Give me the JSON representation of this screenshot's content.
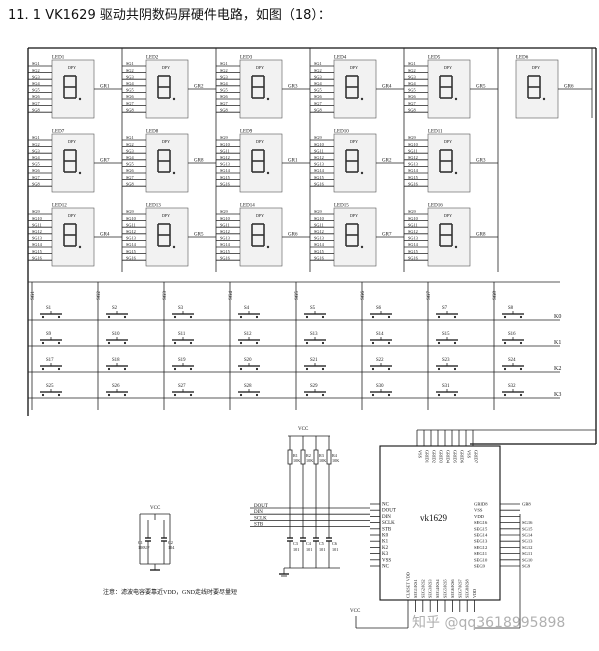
{
  "heading": "11. 1 VK1629 驱动共阴数码屏硬件电路，如图（18）：",
  "watermark": "知乎 @qq3618995898",
  "leds": [
    {
      "label": "LED1",
      "dp": "DPY",
      "gr": "GR1",
      "pins": [
        "SG1",
        "SG2",
        "SG3",
        "SG4",
        "SG5",
        "SG6",
        "SG7",
        "SG8"
      ]
    },
    {
      "label": "LED2",
      "dp": "DPY",
      "gr": "GR2",
      "pins": [
        "SG1",
        "SG2",
        "SG3",
        "SG4",
        "SG5",
        "SG6",
        "SG7",
        "SG8"
      ]
    },
    {
      "label": "LED3",
      "dp": "DPY",
      "gr": "GR3",
      "pins": [
        "SG1",
        "SG2",
        "SG3",
        "SG4",
        "SG5",
        "SG6",
        "SG7",
        "SG8"
      ]
    },
    {
      "label": "LED4",
      "dp": "DPY",
      "gr": "GR4",
      "pins": [
        "SG1",
        "SG2",
        "SG3",
        "SG4",
        "SG5",
        "SG6",
        "SG7",
        "SG8"
      ]
    },
    {
      "label": "LED5",
      "dp": "DPY",
      "gr": "GR5",
      "pins": [
        "SG1",
        "SG2",
        "SG3",
        "SG4",
        "SG5",
        "SG6",
        "SG7",
        "SG8"
      ]
    },
    {
      "label": "LED6",
      "dp": "DPY",
      "gr": "GR6",
      "pins": []
    },
    {
      "label": "LED7",
      "dp": "DPY",
      "gr": "GR7",
      "pins": [
        "SG1",
        "SG2",
        "SG3",
        "SG4",
        "SG5",
        "SG6",
        "SG7",
        "SG8"
      ]
    },
    {
      "label": "LED8",
      "dp": "DPY",
      "gr": "GR8",
      "pins": [
        "SG1",
        "SG2",
        "SG3",
        "SG4",
        "SG5",
        "SG6",
        "SG7",
        "SG8"
      ]
    },
    {
      "label": "LED9",
      "dp": "DPY",
      "gr": "GR1",
      "pins": [
        "SG9",
        "SG10",
        "SG11",
        "SG12",
        "SG13",
        "SG14",
        "SG15",
        "SG16"
      ]
    },
    {
      "label": "LED10",
      "dp": "DPY",
      "gr": "GR2",
      "pins": [
        "SG9",
        "SG10",
        "SG11",
        "SG12",
        "SG13",
        "SG14",
        "SG15",
        "SG16"
      ]
    },
    {
      "label": "LED11",
      "dp": "DPY",
      "gr": "GR3",
      "pins": [
        "SG9",
        "SG10",
        "SG11",
        "SG12",
        "SG13",
        "SG14",
        "SG15",
        "SG16"
      ]
    },
    {
      "label": "LED12",
      "dp": "DPY",
      "gr": "GR4",
      "pins": [
        "SG9",
        "SG10",
        "SG11",
        "SG12",
        "SG13",
        "SG14",
        "SG15",
        "SG16"
      ]
    },
    {
      "label": "LED13",
      "dp": "DPY",
      "gr": "GR5",
      "pins": [
        "SG9",
        "SG10",
        "SG11",
        "SG12",
        "SG13",
        "SG14",
        "SG15",
        "SG16"
      ]
    },
    {
      "label": "LED14",
      "dp": "DPY",
      "gr": "GR6",
      "pins": [
        "SG9",
        "SG10",
        "SG11",
        "SG12",
        "SG13",
        "SG14",
        "SG15",
        "SG16"
      ]
    },
    {
      "label": "LED15",
      "dp": "DPY",
      "gr": "GR7",
      "pins": [
        "SG9",
        "SG10",
        "SG11",
        "SG12",
        "SG13",
        "SG14",
        "SG15",
        "SG16"
      ]
    },
    {
      "label": "LED16",
      "dp": "DPY",
      "gr": "GR8",
      "pins": [
        "SG9",
        "SG10",
        "SG11",
        "SG12",
        "SG13",
        "SG14",
        "SG15",
        "SG16"
      ]
    }
  ],
  "column_labels": [
    "SG1",
    "SG2",
    "SG3",
    "SG4",
    "SG5",
    "SG6",
    "SG7",
    "SG8"
  ],
  "switches": [
    "S1",
    "S2",
    "S3",
    "S4",
    "S5",
    "S6",
    "S7",
    "S8",
    "S9",
    "S10",
    "S11",
    "S12",
    "S13",
    "S14",
    "S15",
    "S16",
    "S17",
    "S18",
    "S19",
    "S20",
    "S21",
    "S22",
    "S23",
    "S24",
    "S25",
    "S26",
    "S27",
    "S28",
    "S29",
    "S30",
    "S31",
    "S32"
  ],
  "key_lines": [
    "K0",
    "K1",
    "K2",
    "K3"
  ],
  "chip": {
    "name": "vk1629",
    "left_pins": [
      "NC",
      "DOUT",
      "DIN",
      "SCLK",
      "STB",
      "K0",
      "K1",
      "K2",
      "K3",
      "VSS",
      "NC"
    ],
    "right_pins": [
      "GRID8",
      "VSS",
      "VDD",
      "SEG16",
      "SEG15",
      "SEG14",
      "SEG13",
      "SEG12",
      "SEG11",
      "SEG10",
      "SEG9"
    ],
    "right_nets": [
      "GR8",
      "",
      "",
      "SG16",
      "SG15",
      "SG14",
      "SG13",
      "SG12",
      "SG11",
      "SG10",
      "SG9"
    ],
    "top_pins": [
      "VSS",
      "GRID1",
      "GRID2",
      "GRID3",
      "GRID4",
      "GRID5",
      "GRID6",
      "VSS",
      "GRID7"
    ],
    "bottom_pins": [
      "CLKSET VDD",
      "SEG1/KS1",
      "SEG2/KS2",
      "SEG3/KS3",
      "SEG4/KS4",
      "SEG5/KS5",
      "SEG6/KS6",
      "SEG7/KS7",
      "SEG8/KS8",
      "VDD"
    ]
  },
  "bus_labels": [
    "DOUT",
    "DIN",
    "SCLK",
    "STB"
  ],
  "resistors": [
    {
      "ref": "R1",
      "value": "10K"
    },
    {
      "ref": "R2",
      "value": "10K"
    },
    {
      "ref": "R3",
      "value": "10K"
    },
    {
      "ref": "R4",
      "value": "10K"
    }
  ],
  "small_caps": [
    {
      "ref": "C3",
      "value": "101"
    },
    {
      "ref": "C4",
      "value": "101"
    },
    {
      "ref": "C5",
      "value": "101"
    },
    {
      "ref": "C6",
      "value": "101"
    }
  ],
  "vcc_label": "VCC",
  "supply_caps": [
    {
      "ref": "C1",
      "value": "100UF"
    },
    {
      "ref": "C2",
      "value": "104"
    }
  ],
  "note": "注意：滤波电容要靠近VDD，GND走线时要尽量短"
}
